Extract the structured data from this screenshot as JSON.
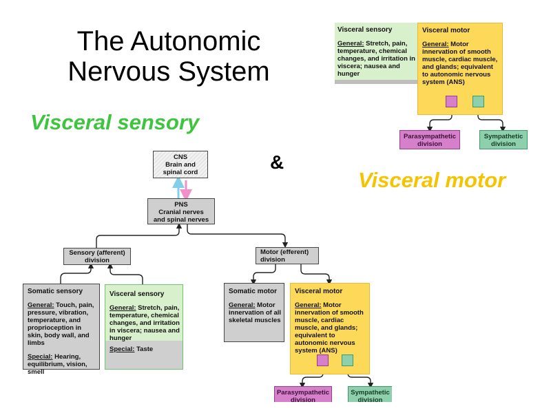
{
  "slide": {
    "title_line1": "The Autonomic",
    "title_line2": "Nervous System",
    "label_sensory": "Visceral sensory",
    "label_motor": "Visceral motor",
    "ampersand": "&",
    "colors": {
      "sensory_accent": "#3ec43e",
      "motor_accent": "#f5c400",
      "green_box": "#d8f0cc",
      "yellow_box": "#fdd95a",
      "gray_box": "#cfcfcf",
      "pink_box": "#d680cc",
      "teal_box": "#8fd0ac"
    }
  },
  "inset": {
    "visceral_sensory": {
      "heading": "Visceral sensory",
      "general_label": "General:",
      "general_text": " Stretch, pain, temperature, chemical changes, and irritation in viscera; nausea and hunger"
    },
    "visceral_motor": {
      "heading": "Visceral motor",
      "general_label": "General:",
      "general_text": " Motor innervation of smooth muscle, cardiac muscle, and glands; equivalent to autonomic nervous system (ANS)"
    },
    "parasympathetic": {
      "line1": "Parasympathetic",
      "line2": "division"
    },
    "sympathetic": {
      "line1": "Sympathetic",
      "line2": "division"
    }
  },
  "diagram": {
    "cns": {
      "line1": "CNS",
      "line2": "Brain and",
      "line3": "spinal cord"
    },
    "pns": {
      "line1": "PNS",
      "line2": "Cranial nerves",
      "line3": "and spinal nerves"
    },
    "sensory_division": {
      "line1": "Sensory (afferent)",
      "line2": "division"
    },
    "motor_division": {
      "line1": "Motor (efferent)",
      "line2": "division"
    },
    "somatic_sensory": {
      "heading": "Somatic sensory",
      "general_label": "General:",
      "general_text": " Touch, pain, pressure, vibration, temperature, and proprioception in skin, body wall, and limbs",
      "special_label": "Special:",
      "special_text": " Hearing, equilibrium, vision, smell"
    },
    "visceral_sensory": {
      "heading": "Visceral sensory",
      "general_label": "General:",
      "general_text": " Stretch, pain, temperature, chemical changes, and irritation in viscera; nausea and hunger",
      "special_label": "Special:",
      "special_text": " Taste"
    },
    "somatic_motor": {
      "heading": "Somatic motor",
      "general_label": "General:",
      "general_text": " Motor innervation of all skeletal muscles"
    },
    "visceral_motor": {
      "heading": "Visceral motor",
      "general_label": "General:",
      "general_text": " Motor innervation of smooth muscle, cardiac muscle, and glands; equivalent to autonomic nervous system (ANS)"
    },
    "parasympathetic": {
      "line1": "Parasympathetic",
      "line2": "division"
    },
    "sympathetic": {
      "line1": "Sympathetic",
      "line2": "division"
    }
  }
}
